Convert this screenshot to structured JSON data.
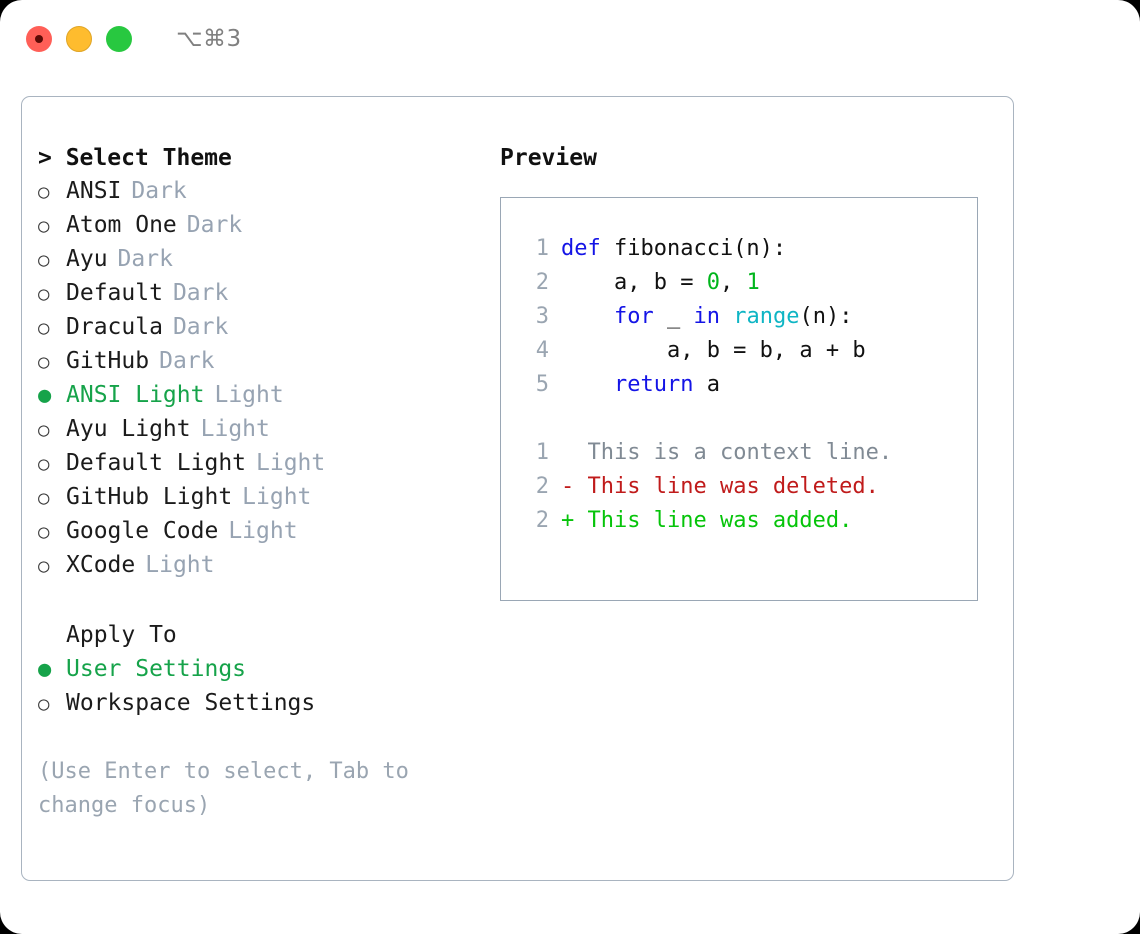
{
  "titlebar": {
    "shortcut": "⌥⌘3",
    "buttons": [
      "close",
      "minimize",
      "maximize"
    ]
  },
  "theme_picker": {
    "heading": "Select Theme",
    "heading_prefix": "> ",
    "marker_selected": "●",
    "marker_unselected": "○",
    "items": [
      {
        "name": "ANSI",
        "suffix": "Dark",
        "selected": false
      },
      {
        "name": "Atom One",
        "suffix": "Dark",
        "selected": false
      },
      {
        "name": "Ayu",
        "suffix": "Dark",
        "selected": false
      },
      {
        "name": "Default",
        "suffix": "Dark",
        "selected": false
      },
      {
        "name": "Dracula",
        "suffix": "Dark",
        "selected": false
      },
      {
        "name": "GitHub",
        "suffix": "Dark",
        "selected": false
      },
      {
        "name": "ANSI Light",
        "suffix": "Light",
        "selected": true
      },
      {
        "name": "Ayu Light",
        "suffix": "Light",
        "selected": false
      },
      {
        "name": "Default Light",
        "suffix": "Light",
        "selected": false
      },
      {
        "name": "GitHub Light",
        "suffix": "Light",
        "selected": false
      },
      {
        "name": "Google Code",
        "suffix": "Light",
        "selected": false
      },
      {
        "name": "XCode",
        "suffix": "Light",
        "selected": false
      }
    ]
  },
  "apply_to": {
    "heading": "Apply To",
    "items": [
      {
        "name": "User Settings",
        "selected": true
      },
      {
        "name": "Workspace Settings",
        "selected": false
      }
    ]
  },
  "hint": "(Use Enter to select, Tab to change focus)",
  "preview": {
    "title": "Preview",
    "code_lines": [
      {
        "no": "1",
        "tokens": [
          {
            "t": "def ",
            "c": "kw"
          },
          {
            "t": "fibonacci(n):",
            "c": "txt"
          }
        ]
      },
      {
        "no": "2",
        "tokens": [
          {
            "t": "    a, b = ",
            "c": "txt"
          },
          {
            "t": "0",
            "c": "num"
          },
          {
            "t": ", ",
            "c": "txt"
          },
          {
            "t": "1",
            "c": "num"
          }
        ]
      },
      {
        "no": "3",
        "tokens": [
          {
            "t": "    ",
            "c": "txt"
          },
          {
            "t": "for",
            "c": "kw"
          },
          {
            "t": " _ ",
            "c": "txt"
          },
          {
            "t": "in",
            "c": "kw"
          },
          {
            "t": " ",
            "c": "txt"
          },
          {
            "t": "range",
            "c": "fn"
          },
          {
            "t": "(n):",
            "c": "txt"
          }
        ]
      },
      {
        "no": "4",
        "tokens": [
          {
            "t": "        a, b = b, a + b",
            "c": "txt"
          }
        ]
      },
      {
        "no": "5",
        "tokens": [
          {
            "t": "    ",
            "c": "txt"
          },
          {
            "t": "return",
            "c": "kw"
          },
          {
            "t": " a",
            "c": "txt"
          }
        ]
      }
    ],
    "diff_lines": [
      {
        "no": "1",
        "marker": "  ",
        "text": "This is a context line.",
        "kind": "ctx"
      },
      {
        "no": "2",
        "marker": "- ",
        "text": "This line was deleted.",
        "kind": "del"
      },
      {
        "no": "2",
        "marker": "+ ",
        "text": "This line was added.",
        "kind": "add"
      }
    ]
  },
  "colors": {
    "accent_green": "#16a34a",
    "muted": "#97a3b2",
    "keyword": "#1414e6",
    "function": "#0fb5c4",
    "number": "#00b51c",
    "diff_add": "#06c40a",
    "diff_del": "#c01b1b",
    "border": "#a9b4c0"
  }
}
